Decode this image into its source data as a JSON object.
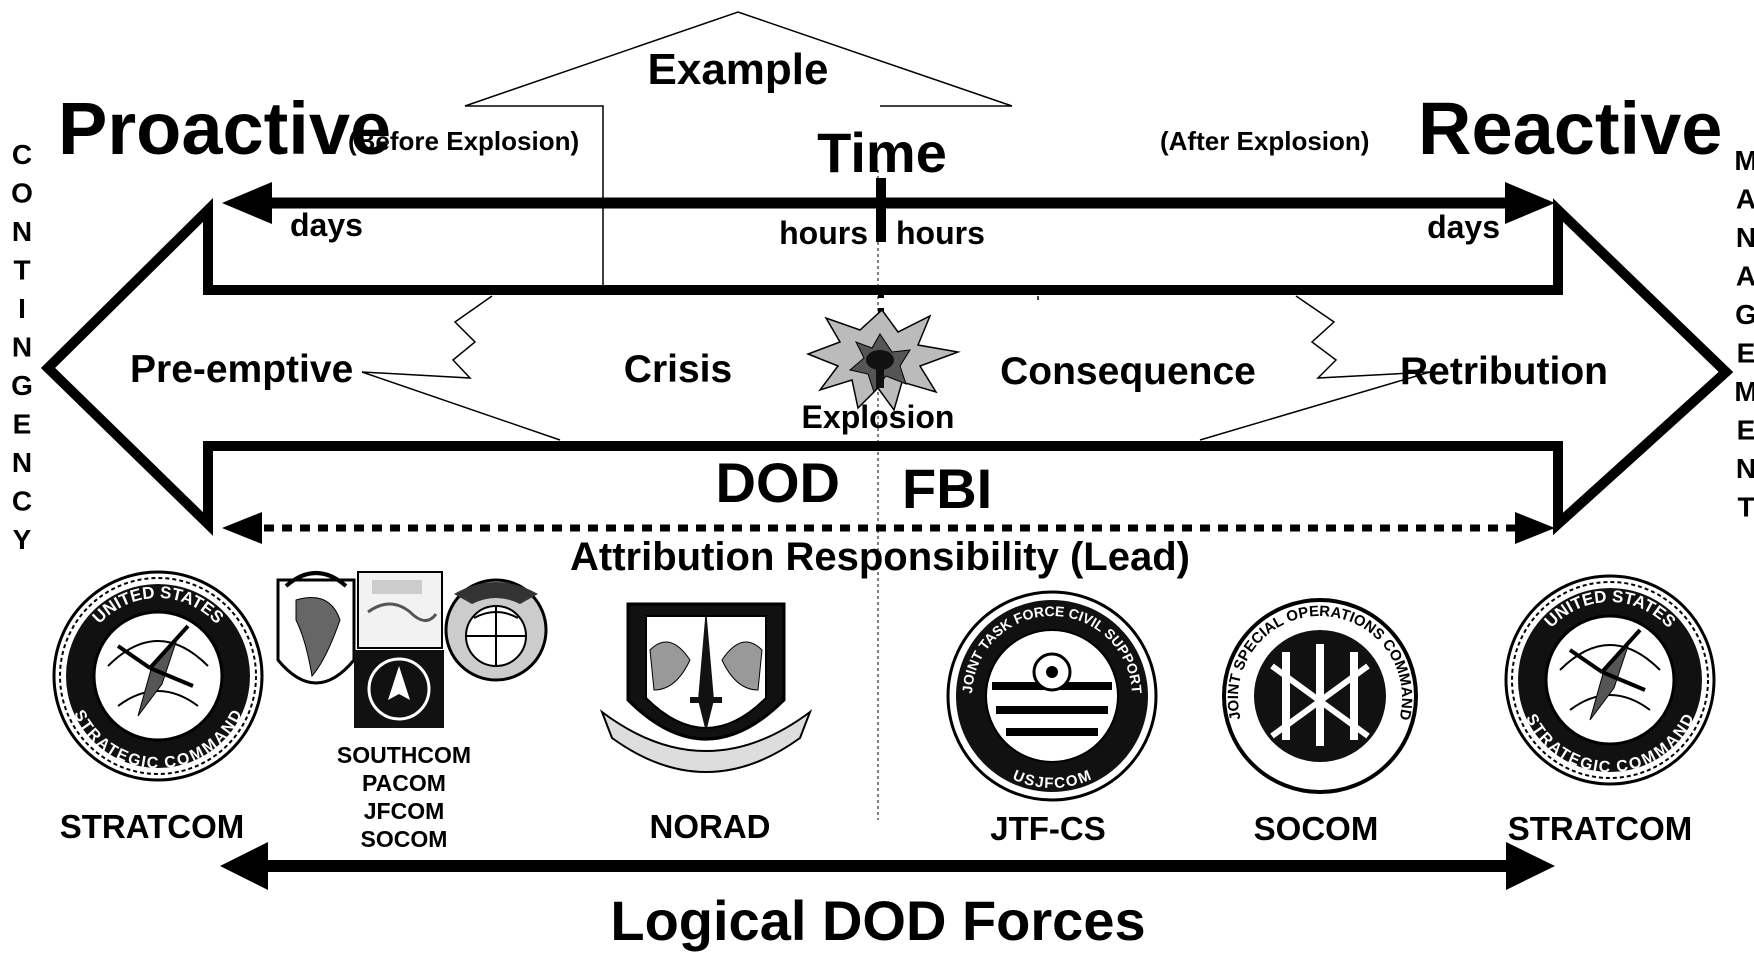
{
  "diagram": {
    "example_label": "Example",
    "time_label": "Time",
    "proactive": {
      "label": "Proactive",
      "note": "(Before Explosion)"
    },
    "reactive": {
      "label": "Reactive",
      "note": "(After Explosion)"
    },
    "timeline": {
      "left_far": "days",
      "left_near": "hours",
      "right_near": "hours",
      "right_far": "days"
    },
    "phases": [
      "Pre-emptive",
      "Crisis",
      "Consequence",
      "Retribution"
    ],
    "explosion_label": "Explosion",
    "lead_agencies": {
      "left": "DOD",
      "right": "FBI"
    },
    "attribution_label": "Attribution Responsibility (Lead)",
    "left_vertical": "CONTINGENCY",
    "right_vertical": "MANAGEMENT",
    "forces_label": "Logical DOD Forces",
    "commands": [
      {
        "name": "STRATCOM",
        "emblem": "stratcom-seal",
        "seal_top": "UNITED STATES",
        "seal_bottom": "STRATEGIC COMMAND"
      },
      {
        "name": "SOUTHCOM\nPACOM\nJFCOM\nSOCOM",
        "lines": [
          "SOUTHCOM",
          "PACOM",
          "JFCOM",
          "SOCOM"
        ],
        "emblem": "combatant-command-collage"
      },
      {
        "name": "NORAD",
        "emblem": "norad-shield"
      },
      {
        "name": "JTF-CS",
        "emblem": "jtfcs-seal",
        "seal_top": "JOINT TASK FORCE CIVIL SUPPORT",
        "seal_bottom": "USJFCOM"
      },
      {
        "name": "SOCOM",
        "emblem": "jsoc-seal",
        "seal_top": "JOINT SPECIAL OPERATIONS COMMAND"
      },
      {
        "name": "STRATCOM",
        "emblem": "stratcom-seal",
        "seal_top": "UNITED STATES",
        "seal_bottom": "STRATEGIC COMMAND"
      }
    ]
  }
}
